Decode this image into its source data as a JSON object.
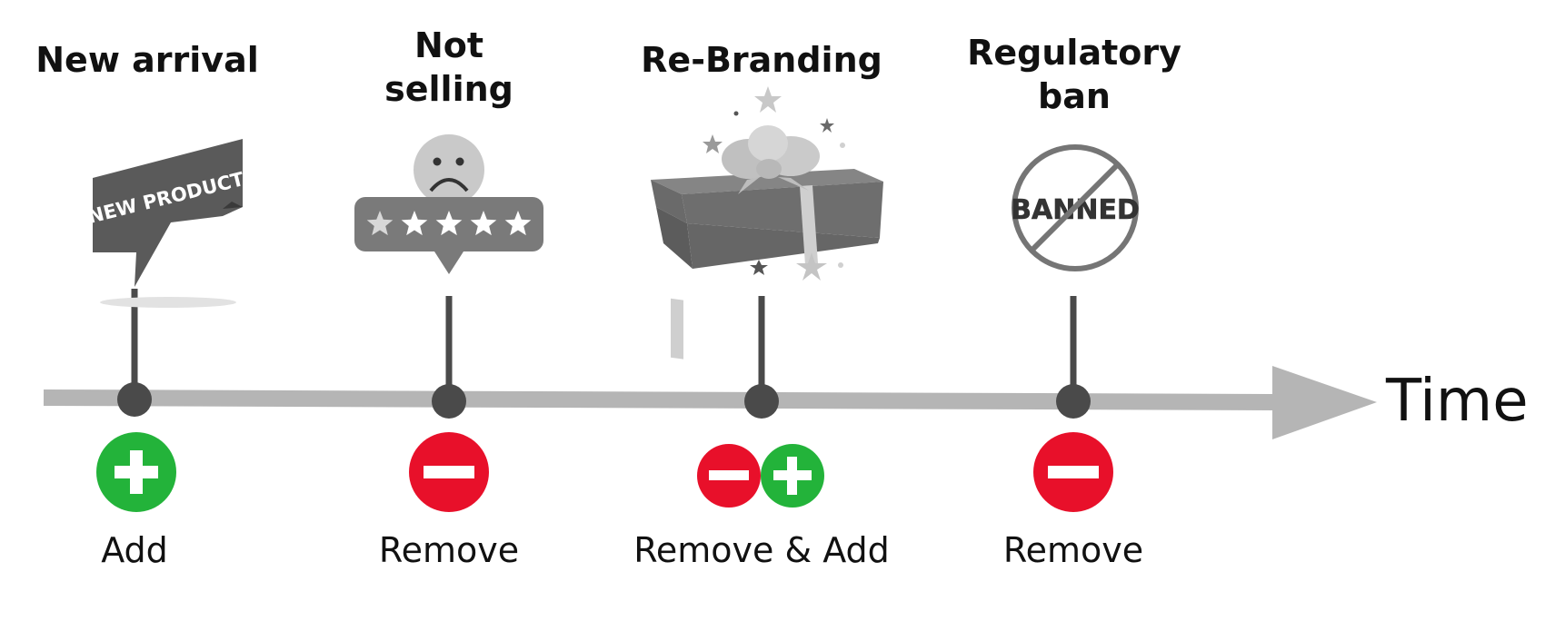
{
  "axis": {
    "label": "Time"
  },
  "events": [
    {
      "title": "New arrival",
      "caption": "Add",
      "icon": "new-product-banner-icon",
      "actions": [
        "add"
      ]
    },
    {
      "title": "Not\nselling",
      "caption": "Remove",
      "icon": "sad-rating-icon",
      "actions": [
        "remove"
      ]
    },
    {
      "title": "Re-Branding",
      "caption": "Remove & Add",
      "icon": "gift-box-icon",
      "actions": [
        "remove",
        "add"
      ]
    },
    {
      "title": "Regulatory\nban",
      "caption": "Remove",
      "icon": "banned-sign-icon",
      "actions": [
        "remove"
      ]
    }
  ],
  "icon_text": {
    "banner": "NEW PRODUCT",
    "ban": "BANNED"
  },
  "colors": {
    "add": "#23b33a",
    "remove": "#e8102a",
    "axis": "#b5b5b5",
    "marker": "#4a4a4a"
  }
}
